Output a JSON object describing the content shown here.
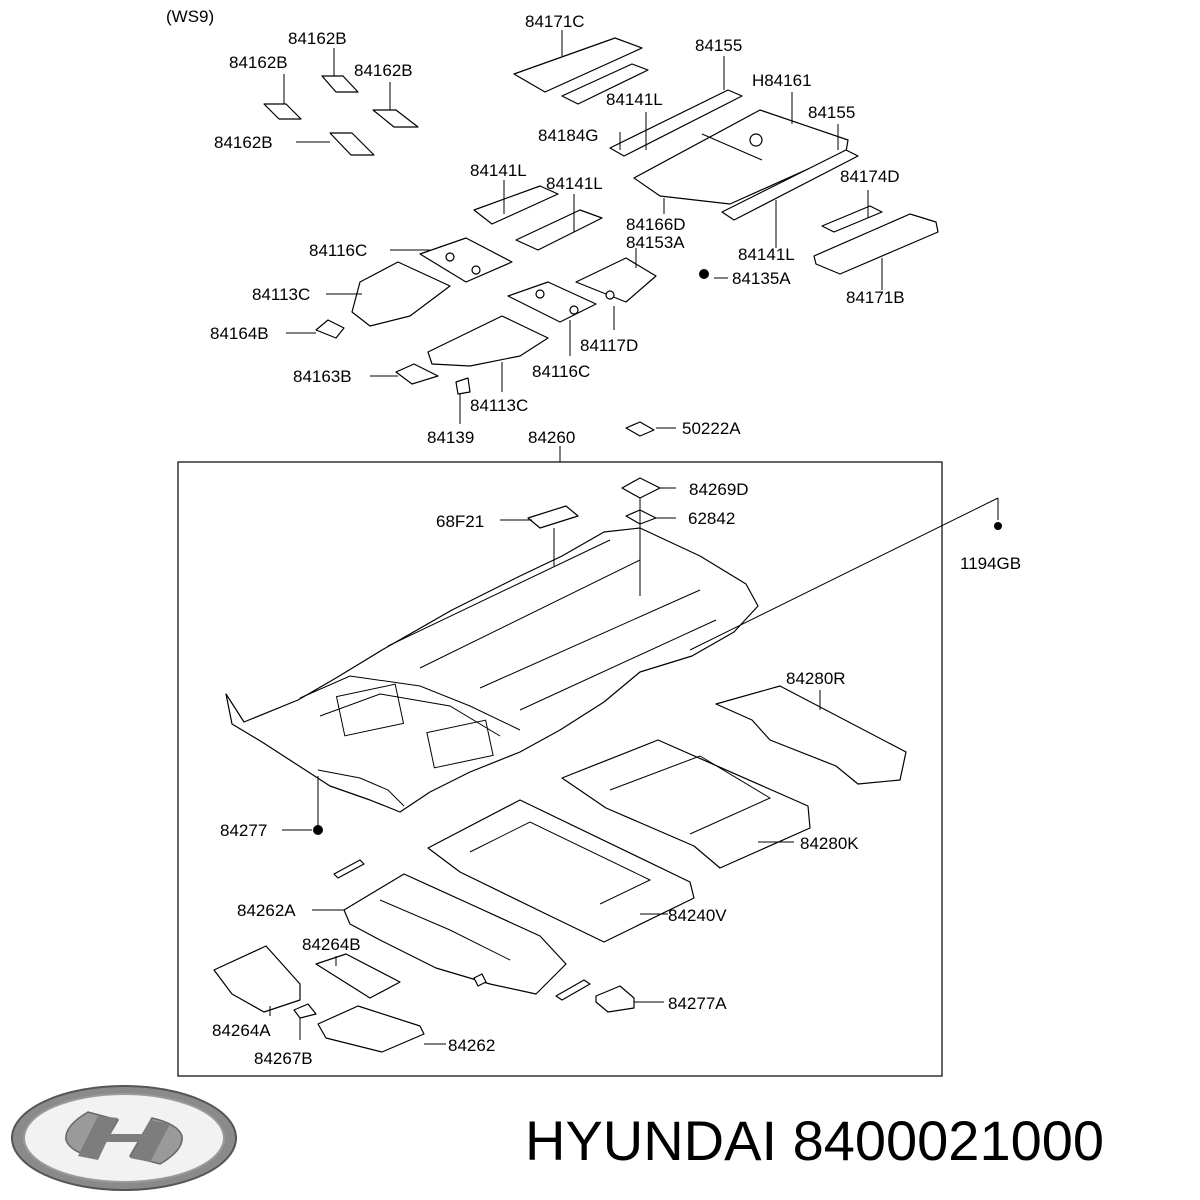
{
  "figure": {
    "variant": "(WS9)",
    "labels": {
      "p84162b_a": "84162B",
      "p84162b_b": "84162B",
      "p84162b_c": "84162B",
      "p84162b_d": "84162B",
      "p84171c": "84171C",
      "p84155_a": "84155",
      "ph84161": "H84161",
      "p84141l_a": "84141L",
      "p84184g": "84184G",
      "p84155_b": "84155",
      "p84141l_b": "84141L",
      "p84141l_c": "84141L",
      "p84174d": "84174D",
      "p84116c_a": "84116C",
      "p84166d": "84166D",
      "p84153a": "84153A",
      "p84141l_d": "84141L",
      "p84135a": "84135A",
      "p84113c_a": "84113C",
      "p84171b": "84171B",
      "p84164b": "84164B",
      "p84117d": "84117D",
      "p84163b": "84163B",
      "p84116c_b": "84116C",
      "p84113c_b": "84113C",
      "p84139": "84139",
      "p84260": "84260",
      "p50222a": "50222A",
      "p84269d": "84269D",
      "p68f21": "68F21",
      "p62842": "62842",
      "p1194gb": "1194GB",
      "p84280r": "84280R",
      "p84277": "84277",
      "p84280k": "84280K",
      "p84262a": "84262A",
      "p84240v": "84240V",
      "p84264b": "84264B",
      "p84277a": "84277A",
      "p84264a": "84264A",
      "p84267b": "84267B",
      "p84262": "84262"
    }
  },
  "brand": {
    "logo_icon": "hyundai-logo",
    "caption": "HYUNDAI 8400021000"
  }
}
